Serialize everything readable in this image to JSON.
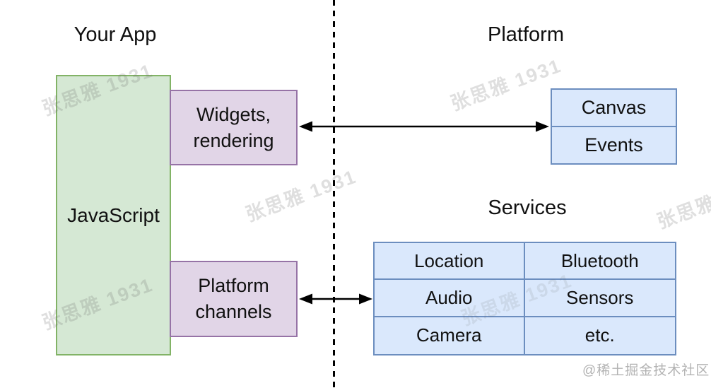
{
  "diagram": {
    "left_heading": "Your App",
    "right_heading": "Platform",
    "services_heading": "Services",
    "javascript_box": {
      "label": "JavaScript"
    },
    "widgets_box": {
      "lines": [
        "Widgets,",
        "rendering"
      ]
    },
    "channels_box": {
      "lines": [
        "Platform",
        "channels"
      ]
    },
    "canvas_events_box": {
      "rows": [
        "Canvas",
        "Events"
      ]
    },
    "services_table": {
      "rows": [
        [
          "Location",
          "Bluetooth"
        ],
        [
          "Audio",
          "Sensors"
        ],
        [
          "Camera",
          "etc."
        ]
      ]
    }
  },
  "watermark": {
    "text": "张思雅 1931"
  },
  "credit": {
    "text": "@稀土掘金技术社区"
  },
  "colors": {
    "green_fill": "#d5e8d4",
    "green_stroke": "#82b366",
    "purple_fill": "#e1d5e7",
    "purple_stroke": "#9673a6",
    "blue_fill": "#dae8fc",
    "blue_stroke": "#6c8ebf",
    "line": "#000000",
    "watermark_text": "#d9d9d9",
    "credit_text": "#b3b3b3"
  }
}
